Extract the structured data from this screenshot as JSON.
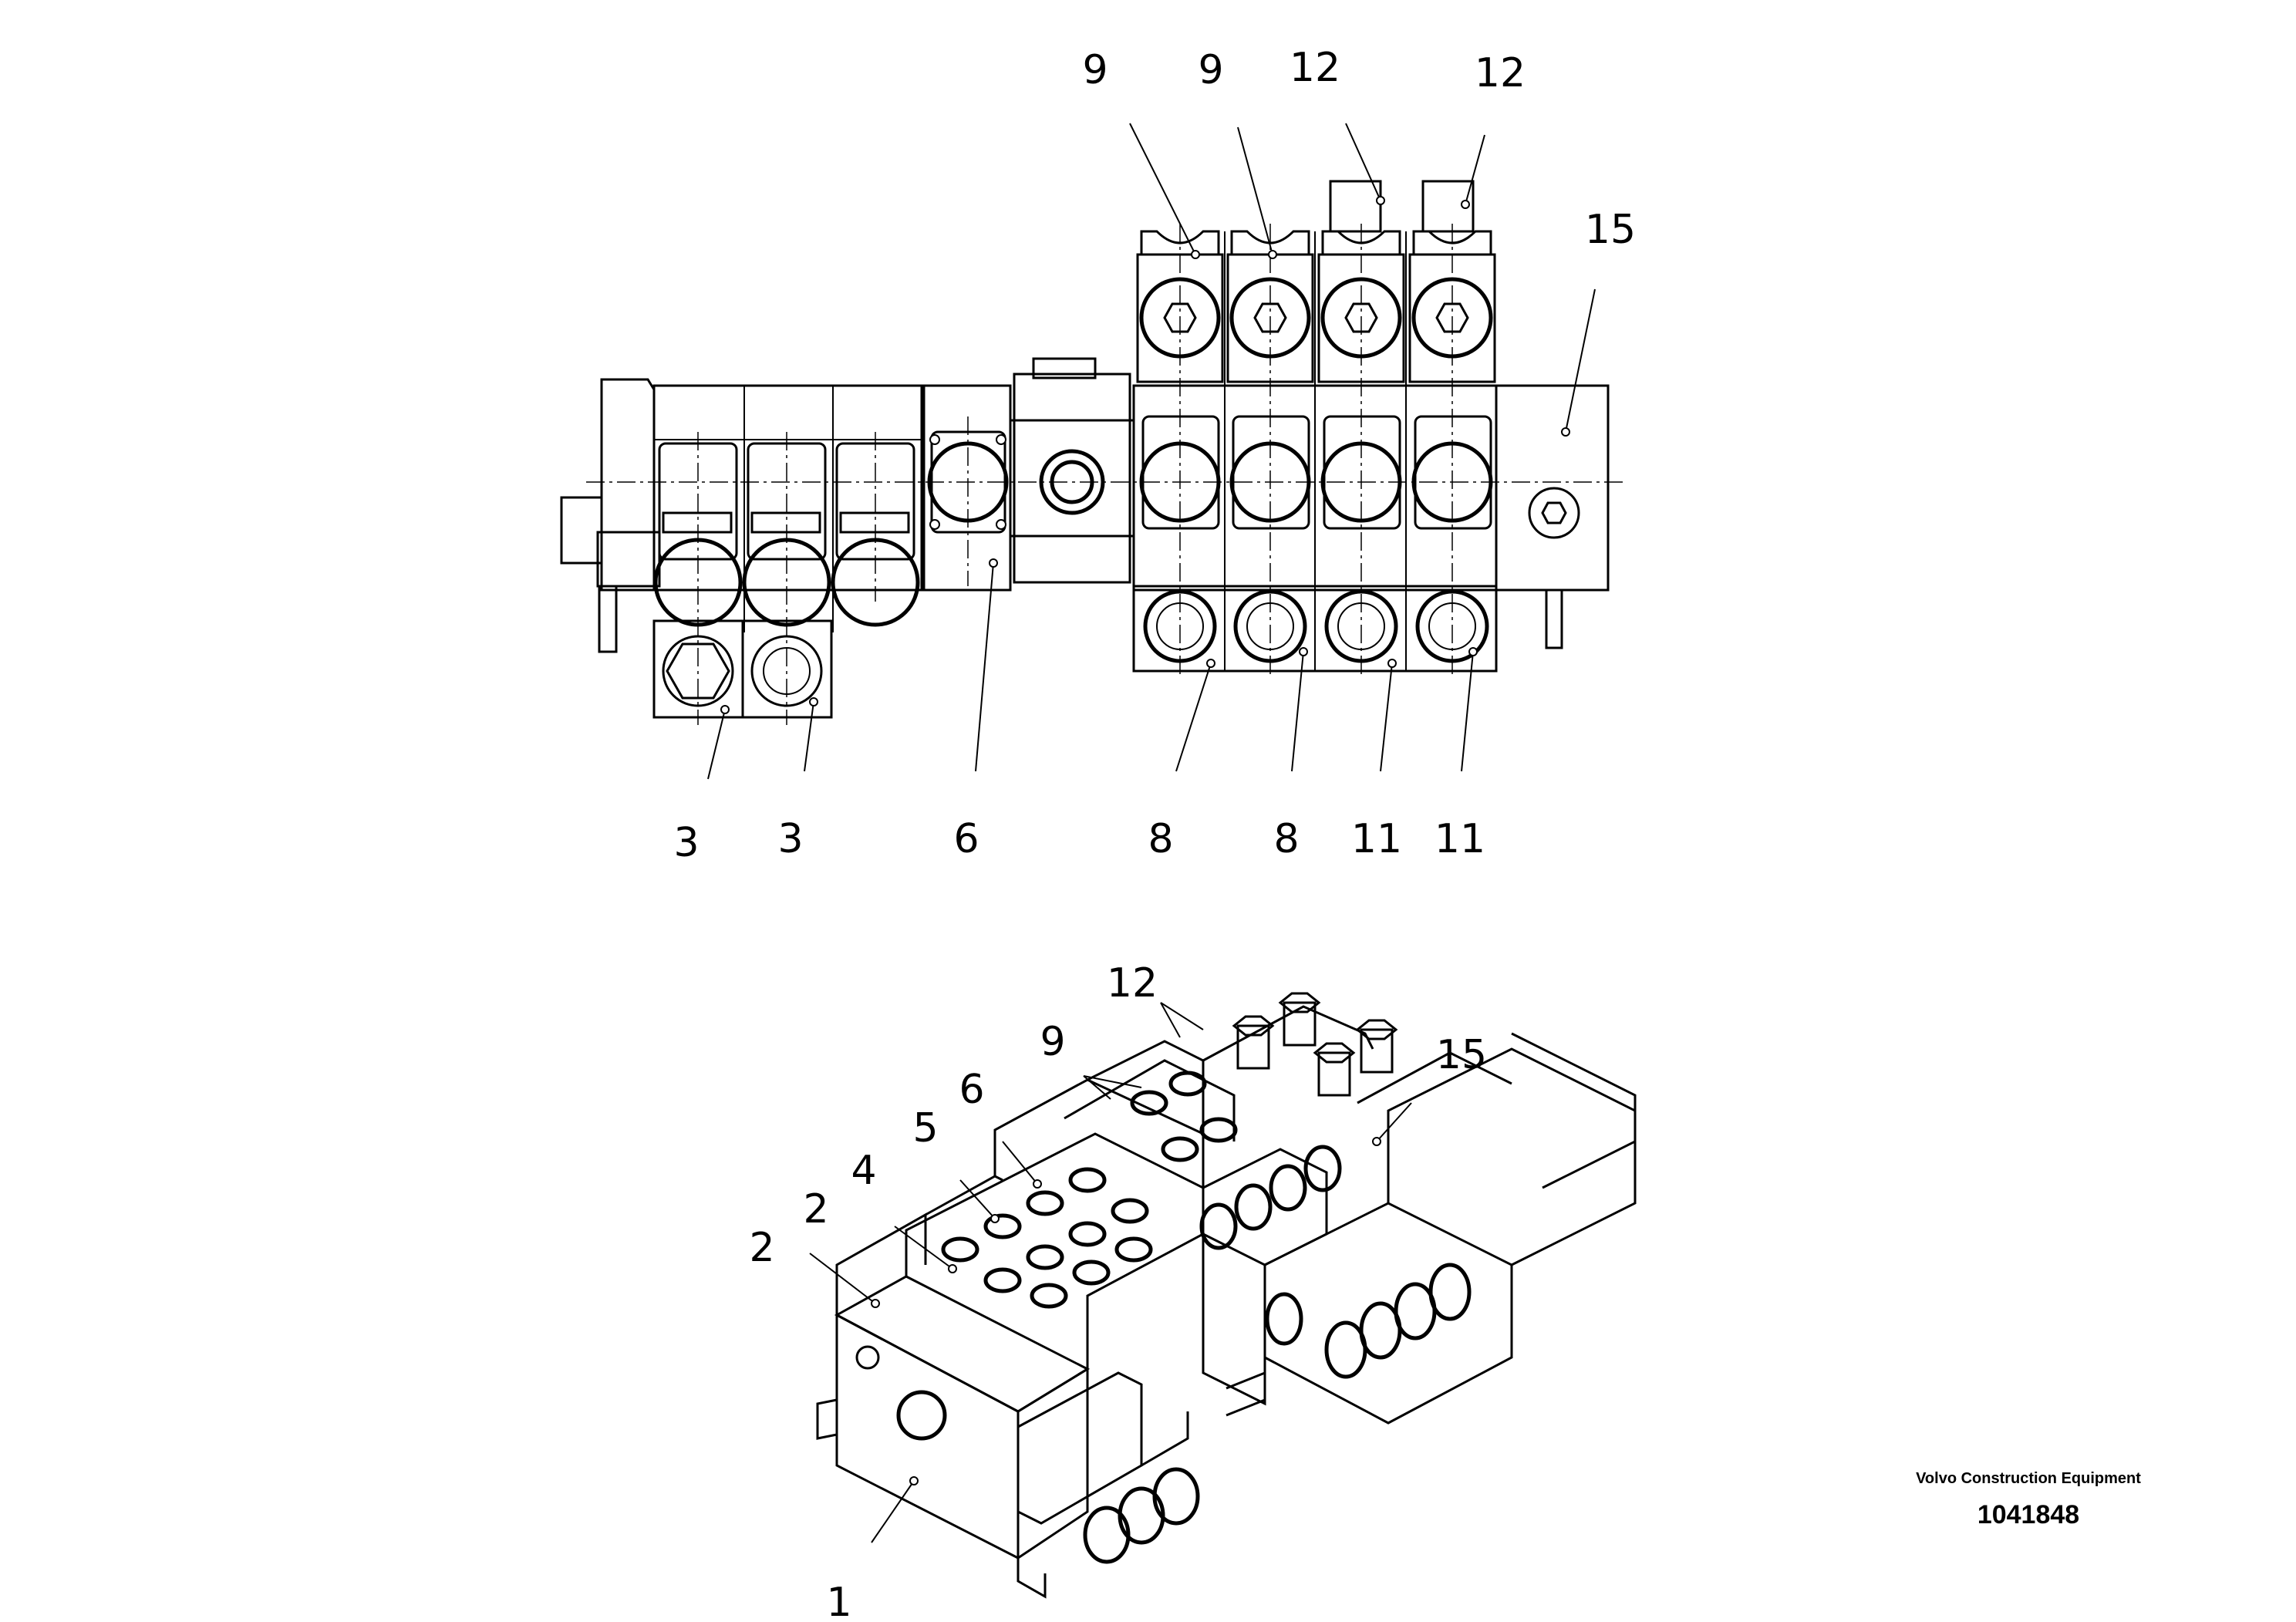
{
  "top_view": {
    "callouts": [
      "9",
      "9",
      "12",
      "12",
      "15",
      "3",
      "3",
      "6",
      "8",
      "8",
      "11",
      "11"
    ]
  },
  "iso_view": {
    "callouts": [
      "12",
      "9",
      "15",
      "6",
      "5",
      "4",
      "2",
      "2",
      "1"
    ]
  },
  "credit": {
    "company": "Volvo Construction Equipment",
    "part_number": "1041848"
  }
}
